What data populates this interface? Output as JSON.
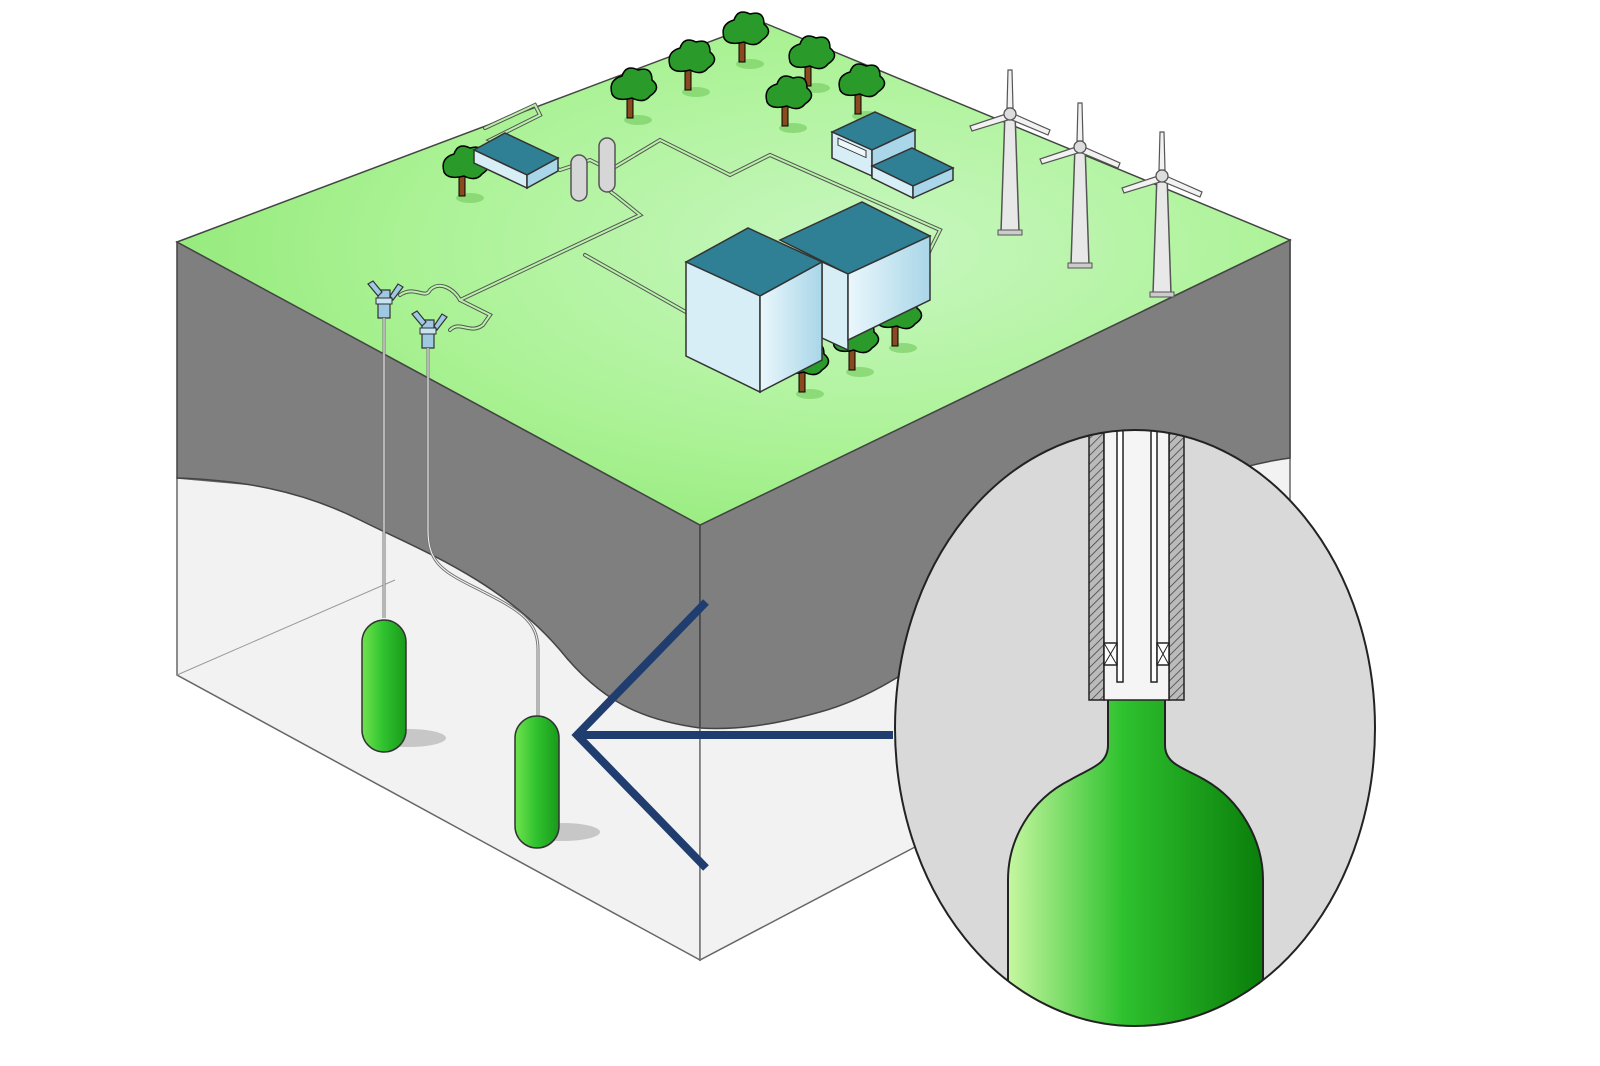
{
  "diagram": {
    "labels": [],
    "colors": {
      "ground_top_light": "#c8f7c0",
      "ground_top": "#a6f08f",
      "ground_top_dark": "#8ee874",
      "rock_layer": "#7f7f7f",
      "salt_layer": "#f2f2f2",
      "cavern_green": "#2ec12e",
      "cavern_green_dark": "#0a7e0a",
      "cavern_green_light": "#c6f7a0",
      "building_roof": "#2f7f95",
      "building_wall": "#d8eef7",
      "tree_canopy": "#2a9a2a",
      "tree_trunk": "#8a4a1e",
      "callout_line": "#1f3d6e",
      "inset_background": "#d9d9d9",
      "wellhead": "#9fc9e3"
    },
    "icons": [
      "wind-turbine-icon",
      "tree-icon",
      "building-icon",
      "storage-tank-icon",
      "wellhead-icon",
      "salt-cavern-icon"
    ],
    "counts": {
      "wind_turbines": 3,
      "storage_caverns": 2,
      "wellheads": 2,
      "trees": 11
    }
  }
}
